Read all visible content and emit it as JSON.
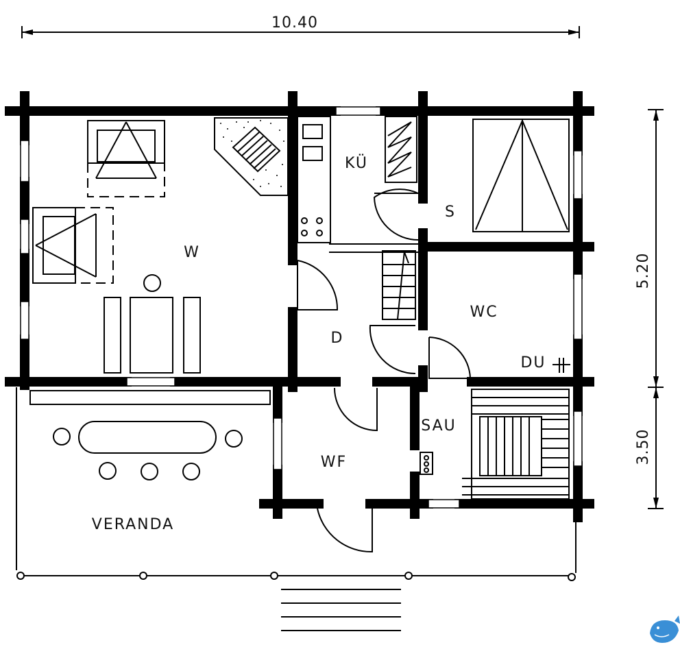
{
  "dimensions": {
    "width_total": "10.40",
    "height_main": "5.20",
    "height_veranda": "3.50"
  },
  "rooms": {
    "living": "W",
    "kitchen": "KÜ",
    "bedroom": "S",
    "hall": "D",
    "wc": "WC",
    "shower": "DU",
    "sauna": "SAU",
    "wash": "WF",
    "veranda": "VERANDA"
  },
  "colors": {
    "ink": "#000000",
    "paper": "#ffffff",
    "logo": "#3a8fd6"
  }
}
